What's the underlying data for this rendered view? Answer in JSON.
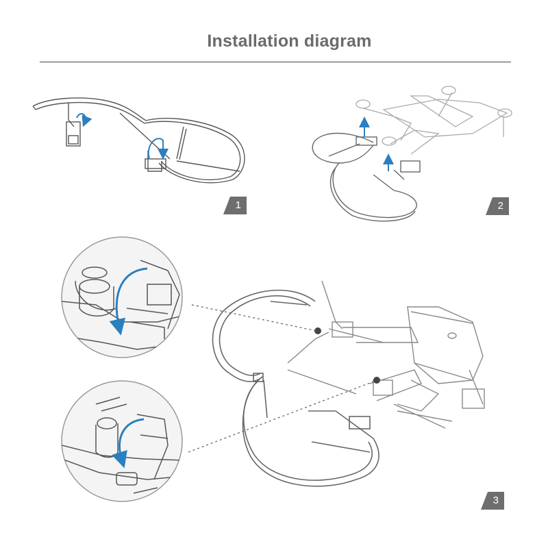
{
  "page": {
    "title": "Installation diagram"
  },
  "steps": [
    {
      "number": "1"
    },
    {
      "number": "2"
    },
    {
      "number": "3"
    }
  ],
  "colors": {
    "title": "#6b6b6b",
    "line": "#555555",
    "arrow": "#2a7fc0",
    "badge": "#6e6e6e",
    "detail_bg": "#f4f4f4"
  },
  "icons": [
    "propeller-guard",
    "drone",
    "mount-clip",
    "up-arrow-icon",
    "curved-arrow-icon"
  ]
}
